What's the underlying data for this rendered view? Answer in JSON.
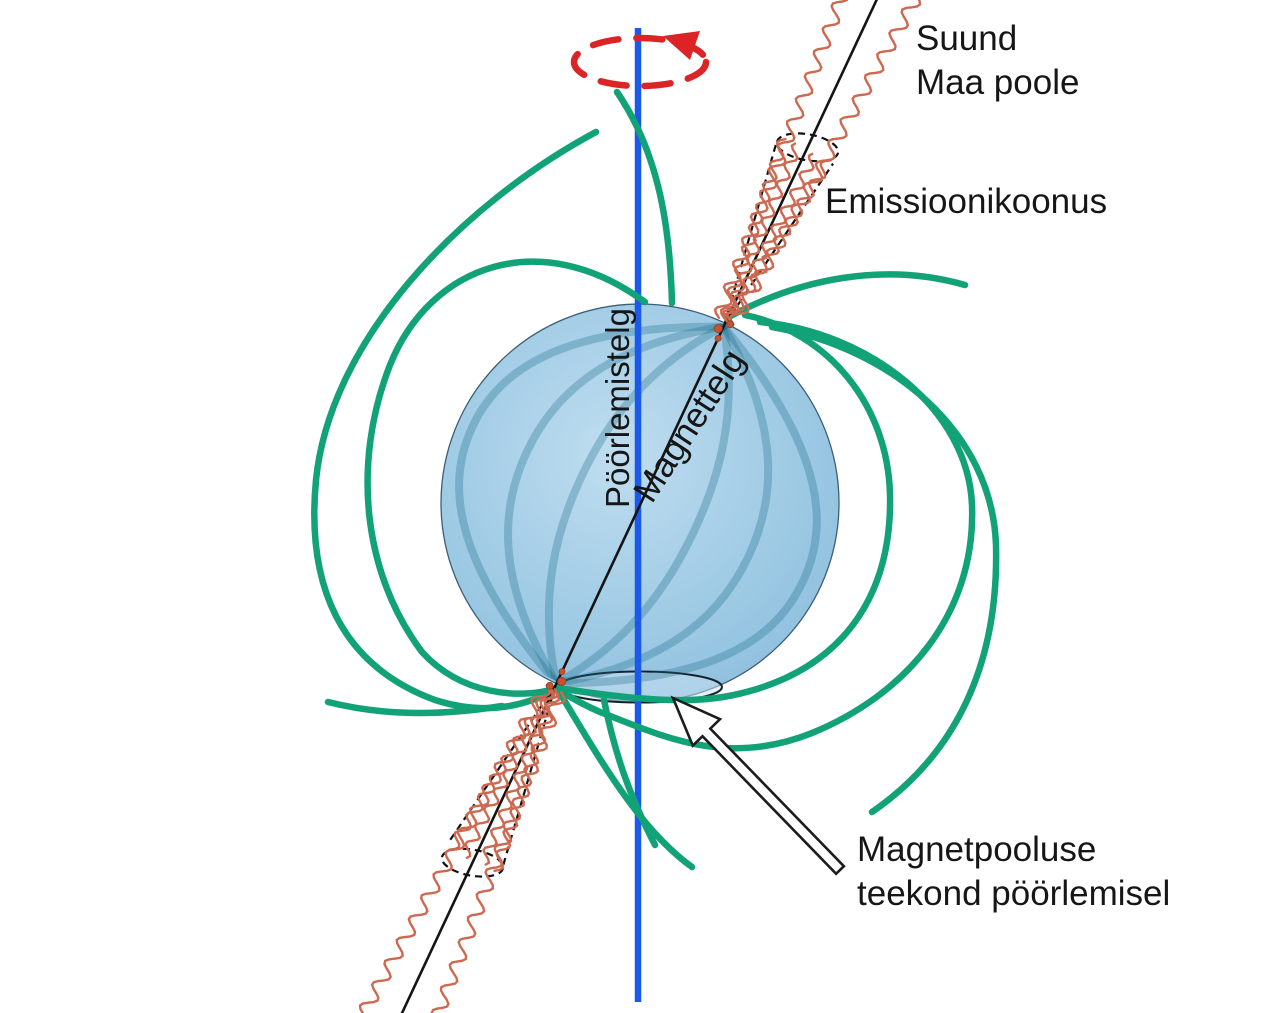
{
  "diagram": {
    "type": "pulsar-neutron-star-schematic",
    "labels": {
      "direction_line1": "Suund",
      "direction_line2": "Maa poole",
      "emission_cone": "Emissioonikoonus",
      "rotation_axis": "Pöörlemistelg",
      "magnetic_axis": "Magnettelg",
      "pole_path_line1": "Magnetpooluse",
      "pole_path_line2": "teekond pöörlemisel"
    },
    "colors": {
      "field_line": "#11a278",
      "rotation_axis_blue": "#1b59ec",
      "rotation_arrow_red": "#dc2426",
      "radiation": "#cd6950",
      "axis_black": "#141414",
      "sphere_light": "#c3e0f1",
      "sphere_mid": "#a6cfe8",
      "sphere_edge": "#7fb3d5",
      "text": "#161616"
    }
  }
}
